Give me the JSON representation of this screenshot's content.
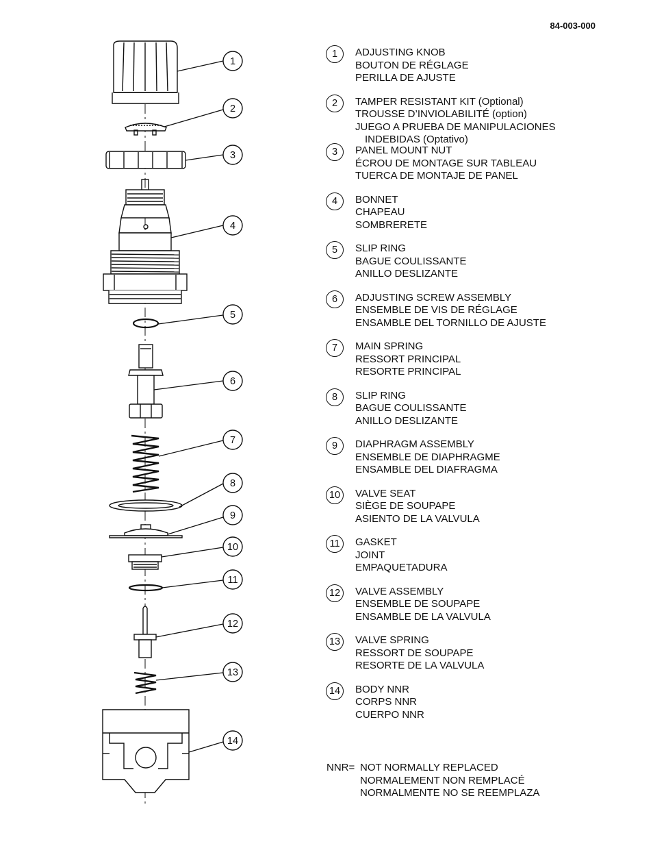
{
  "document_number": "84-003-000",
  "parts": [
    {
      "num": "1",
      "lines": [
        "ADJUSTING KNOB",
        "BOUTON DE RÉGLAGE",
        "PERILLA DE AJUSTE"
      ]
    },
    {
      "num": "2",
      "lines": [
        "TAMPER RESISTANT KIT (Optional)",
        "TROUSSE D’INVIOLABILITÉ (option)",
        "JUEGO A PRUEBA DE MANIPULACIONES",
        "INDEBIDAS (Optativo)"
      ]
    },
    {
      "num": "3",
      "lines": [
        "PANEL MOUNT NUT",
        "ÉCROU DE MONTAGE SUR TABLEAU",
        "TUERCA DE MONTAJE DE PANEL"
      ]
    },
    {
      "num": "4",
      "lines": [
        "BONNET",
        "CHAPEAU",
        "SOMBRERETE"
      ]
    },
    {
      "num": "5",
      "lines": [
        "SLIP RING",
        "BAGUE COULISSANTE",
        "ANILLO DESLIZANTE"
      ]
    },
    {
      "num": "6",
      "lines": [
        "ADJUSTING SCREW ASSEMBLY",
        "ENSEMBLE DE VIS DE RÉGLAGE",
        "ENSAMBLE DEL TORNILLO DE AJUSTE"
      ]
    },
    {
      "num": "7",
      "lines": [
        "MAIN SPRING",
        "RESSORT PRINCIPAL",
        "RESORTE PRINCIPAL"
      ]
    },
    {
      "num": "8",
      "lines": [
        "SLIP RING",
        "BAGUE COULISSANTE",
        "ANILLO DESLIZANTE"
      ]
    },
    {
      "num": "9",
      "lines": [
        "DIAPHRAGM ASSEMBLY",
        "ENSEMBLE DE DIAPHRAGME",
        "ENSAMBLE DEL DIAFRAGMA"
      ]
    },
    {
      "num": "10",
      "lines": [
        "VALVE SEAT",
        "SIÈGE DE SOUPAPE",
        "ASIENTO DE LA VALVULA"
      ]
    },
    {
      "num": "11",
      "lines": [
        "GASKET",
        "JOINT",
        "EMPAQUETADURA"
      ]
    },
    {
      "num": "12",
      "lines": [
        "VALVE ASSEMBLY",
        "ENSEMBLE DE SOUPAPE",
        "ENSAMBLE DE LA VALVULA"
      ]
    },
    {
      "num": "13",
      "lines": [
        "VALVE SPRING",
        "RESSORT DE SOUPAPE",
        "RESORTE DE LA VALVULA"
      ]
    },
    {
      "num": "14",
      "lines": [
        "BODY NNR",
        "CORPS NNR",
        "CUERPO NNR"
      ]
    }
  ],
  "nnr_note": {
    "label": "NNR=",
    "lines": [
      "NOT NORMALLY REPLACED",
      "NORMALEMENT NON REMPLACÉ",
      "NORMALMENTE NO SE REEMPLAZA"
    ]
  }
}
